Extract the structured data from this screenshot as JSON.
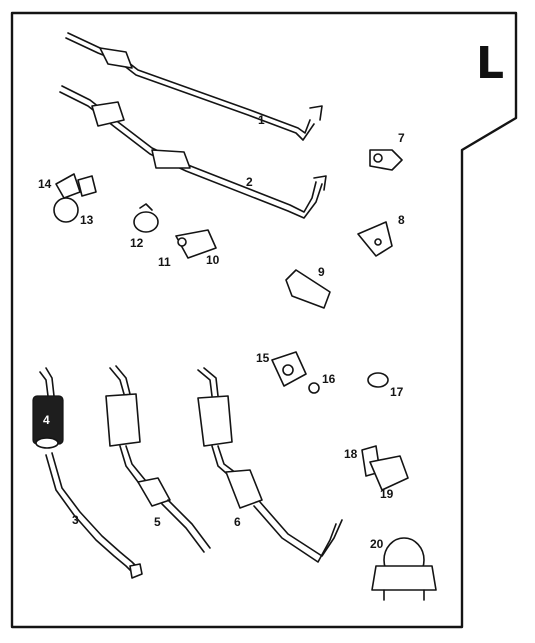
{
  "section_letter": "L",
  "callouts": {
    "p1": "1",
    "p2": "2",
    "p3": "3",
    "p4": "4",
    "p5": "5",
    "p6": "6",
    "p7": "7",
    "p8": "8",
    "p9": "9",
    "p10": "10",
    "p11": "11",
    "p12": "12",
    "p13": "13",
    "p14": "14",
    "p15": "15",
    "p16": "16",
    "p17": "17",
    "p18": "18",
    "p19": "19",
    "p20": "20"
  },
  "colors": {
    "ink": "#141414",
    "paper": "#ffffff"
  }
}
